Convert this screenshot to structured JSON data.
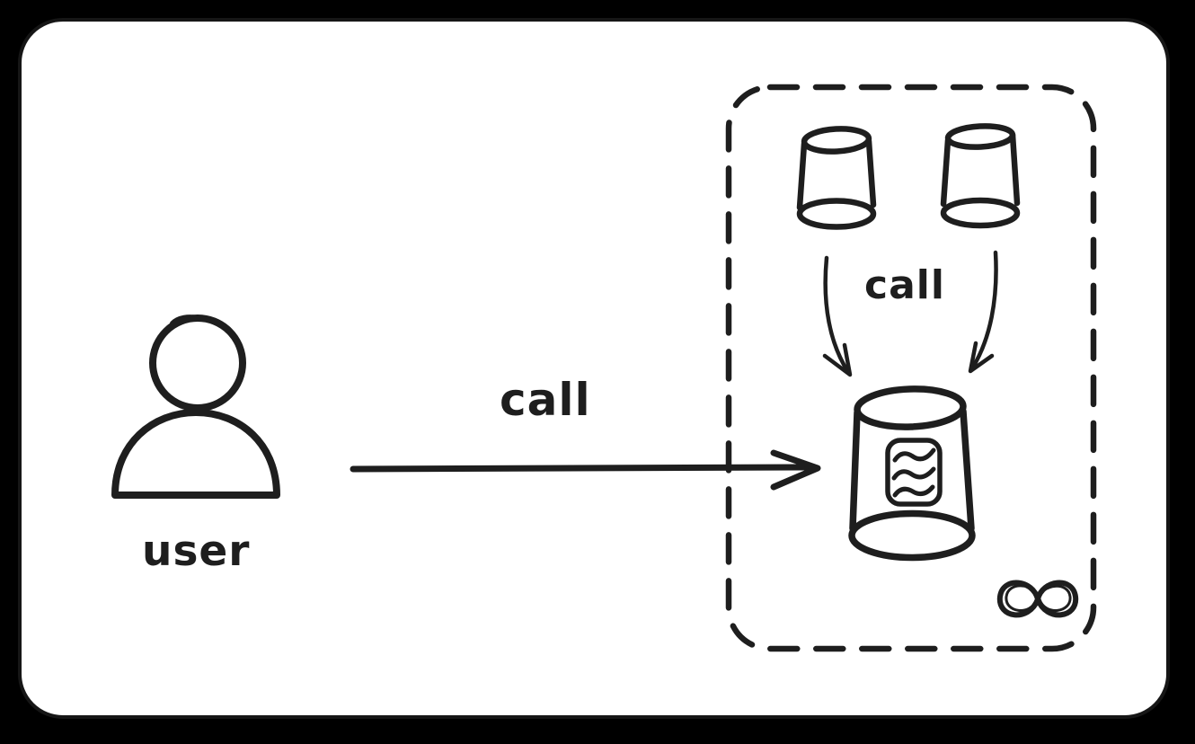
{
  "frame": {
    "outer_background": "#000000",
    "canvas_background": "#ffffff",
    "stroke_color": "#1e1e1e"
  },
  "user": {
    "label": "user",
    "icon": "person-icon"
  },
  "main_call_arrow": {
    "label": "call"
  },
  "service_box": {
    "style": "dashed-rounded-rect",
    "small_buckets": {
      "count": 2,
      "icon": "bucket-icon"
    },
    "inner_call_arrows": {
      "label": "call",
      "count": 2
    },
    "main_bucket": {
      "icon": "bucket-icon",
      "badge_icon": "document-with-wavy-lines-icon"
    },
    "infinity_symbol": "∞",
    "infinity_icon": "infinity-icon"
  }
}
